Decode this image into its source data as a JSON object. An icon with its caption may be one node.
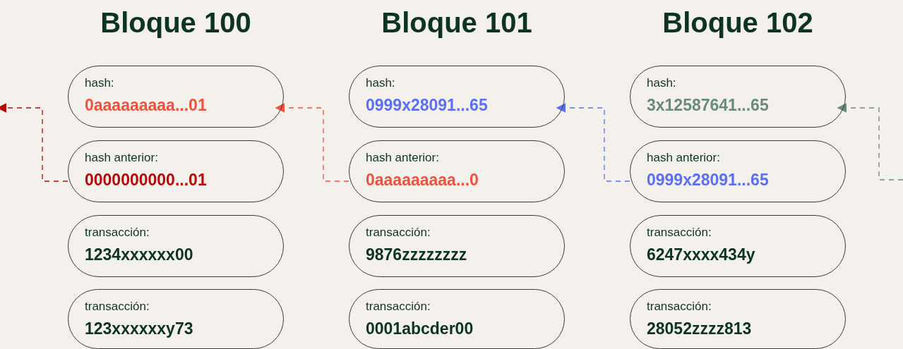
{
  "diagram": {
    "nodes": [
      {
        "text": [
          "hash:",
          "0aaaaaaaaa...01"
        ]
      },
      {
        "text": [
          "hash anterior:",
          "0000000000...01"
        ]
      },
      {
        "text": [
          "transacción:",
          "1234xxxxxx00"
        ]
      },
      {
        "text": [
          "transacción:",
          "123xxxxxxy73"
        ]
      },
      {
        "text": [
          "hash:",
          "0999x28091...65"
        ]
      },
      {
        "text": [
          "hash anterior:",
          "0aaaaaaaaa...0"
        ]
      },
      {
        "text": [
          "transacción:",
          "9876zzzzzzzz"
        ]
      },
      {
        "text": [
          "transacción:",
          "0001abcder00"
        ]
      },
      {
        "text": [
          "hash:",
          "3x12587641...65"
        ]
      },
      {
        "text": [
          "hash anterior:",
          "0999x28091...65"
        ]
      },
      {
        "text": [
          "transacción:",
          "6247xxxx434y"
        ]
      },
      {
        "text": [
          "transacción:",
          "28052zzzz813"
        ]
      }
    ],
    "edges": [
      {
        "from": 1,
        "to": null,
        "arrow": "to",
        "style": "dashed",
        "color": "#b40a0a"
      },
      {
        "from": 5,
        "to": 0,
        "arrow": "to",
        "style": "dashed",
        "color": "#f0513c"
      },
      {
        "from": 9,
        "to": 4,
        "arrow": "to",
        "style": "dashed",
        "color": "#5b6ff5"
      },
      {
        "from": null,
        "to": 8,
        "arrow": "to",
        "style": "dashed",
        "color": "#6b8a7e"
      }
    ],
    "labels": [
      "Bloque 100",
      "Bloque 101",
      "Bloque 102"
    ]
  }
}
